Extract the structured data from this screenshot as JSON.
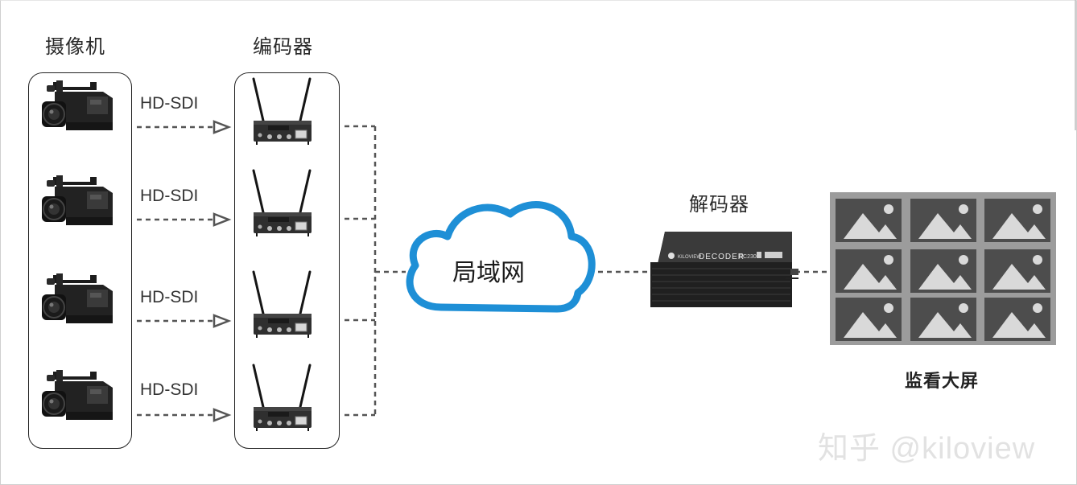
{
  "titles": {
    "camera": "摄像机",
    "encoder": "编码器",
    "decoder": "解码器",
    "network": "局域网",
    "display": "监看大屏"
  },
  "links": {
    "signal": [
      "HD-SDI",
      "HD-SDI",
      "HD-SDI",
      "HD-SDI"
    ]
  },
  "decoder_device": {
    "brand": "KILOVIEW",
    "model_name": "DECODER",
    "model_code": "DC230"
  },
  "watermark": "知乎 @kiloview",
  "colors": {
    "cloud_stroke": "#1e8fd6",
    "line": "#555555",
    "screen_bezel": "#9c9c9c",
    "screen_tile": "#4d4d4d",
    "tile_icon": "#d9d9d9"
  },
  "icons": {
    "camera": "video-camera-icon",
    "encoder": "encoder-device-icon",
    "decoder": "decoder-box-icon",
    "tile": "image-placeholder-icon"
  }
}
